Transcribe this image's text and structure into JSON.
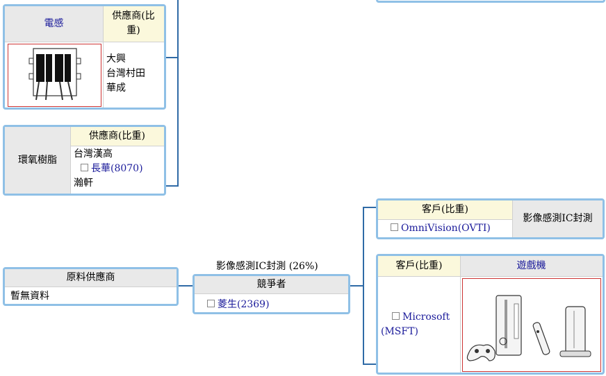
{
  "inductor": {
    "title": "電感",
    "supplier_header": "供應商(比重)",
    "suppliers": [
      "大興",
      "台灣村田",
      "華成"
    ]
  },
  "epoxy": {
    "title": "環氧樹脂",
    "supplier_header": "供應商(比重)",
    "supplier_1": "台灣漢高",
    "supplier_2_link": "長華(8070)",
    "supplier_3": "瀚軒"
  },
  "raw_material": {
    "header": "原料供應商",
    "value": "暫無資料"
  },
  "center": {
    "title": "影像感測IC封測 (26%)",
    "header": "競爭者",
    "competitor_link": "菱生(2369)"
  },
  "customer_sensor": {
    "header": "客戶(比重)",
    "customer_link": "OmniVision(OVTI)",
    "side_label": "影像感測IC封測"
  },
  "customer_game": {
    "header": "客戶(比重)",
    "category": "遊戲機",
    "customer_link_line1": "Microsoft",
    "customer_link_line2": "(MSFT)"
  },
  "colors": {
    "border": "#8fc0e6",
    "connector": "#2f6aa6",
    "link": "#1a1a9a",
    "image_frame": "#cc3333"
  }
}
